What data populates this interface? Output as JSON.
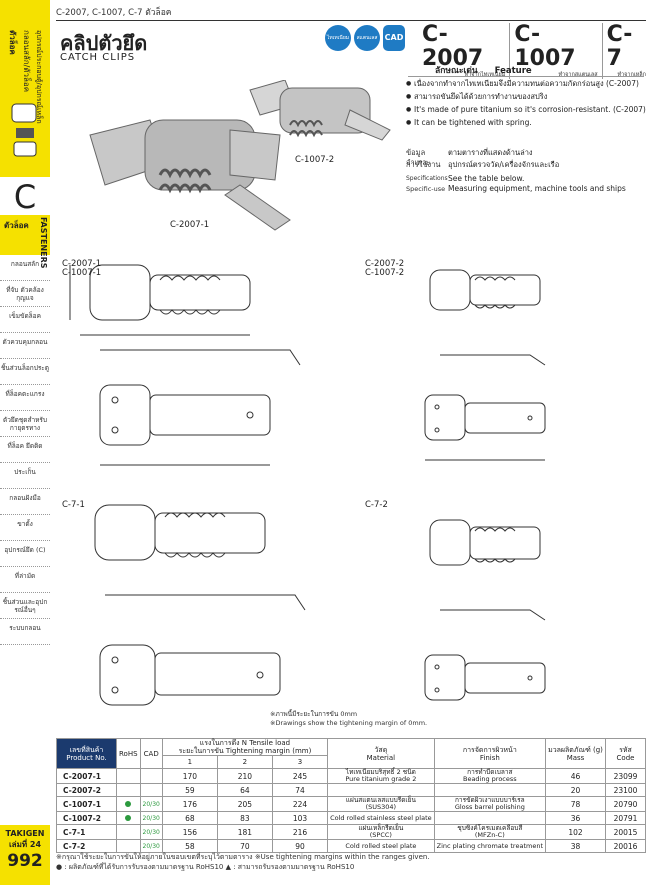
{
  "breadcrumb": "C-2007, C-1007, C-7  ตัวล็อค",
  "title_th": "คลิปตัวยึด",
  "title_en": "CATCH CLIPS",
  "badges": [
    "ไทเทเนียม",
    "สแตนเลส",
    "CAD"
  ],
  "models": [
    {
      "code": "C-2007",
      "material": "ทำจากไทเทเนียม"
    },
    {
      "code": "C-1007",
      "material": "ทำจากสแตนเลส"
    },
    {
      "code": "C-7",
      "material": "ทำจากเหล็ก"
    }
  ],
  "feature": {
    "th": "ลักษณะเด่น",
    "en": "Feature"
  },
  "features": [
    "เนื่องจากทำจากไทเทเนียมจึงมีความทนต่อความกัดกร่อนสูง (C-2007)",
    "สามารถขันยึดได้ด้วยการทำงานของสปริง",
    "It's made of pure titanium so it's corrosion-resistant. (C-2007)",
    "It can be tightened with spring."
  ],
  "specs": [
    {
      "k": "ข้อมูลจำเพาะ",
      "v": "ตามตารางที่แสดงด้านล่าง"
    },
    {
      "k": "การใช้งาน",
      "v": "อุปกรณ์ตรวจวัด/เครื่องจักรและเรือ"
    },
    {
      "k": "Specifications",
      "v": "See the table below."
    },
    {
      "k": "Specific-use",
      "v": "Measuring equipment, machine tools and ships"
    }
  ],
  "photo_labels": {
    "a": "C-2007-1",
    "b": "C-1007-2"
  },
  "drawing_labels": {
    "d1": "C-2007-1\nC-1007-1",
    "d2": "C-2007-2\nC-1007-2",
    "d3": "C-7-1",
    "d4": "C-7-2"
  },
  "drawing_note": [
    "※ภาพนี้มีระยะในการขัน 0mm",
    "※Drawings show the tightening margin of 0mm."
  ],
  "sidebar": {
    "top_th": "ตัวล็อค",
    "top_sub": "กลอนสลัก/ตัวล็อค",
    "top_sub2": "อุปกรณ์ประกอบตู้/อุปกรณ์เหล็ก",
    "letter": "C",
    "fasteners_th": "ตัวล็อค",
    "fasteners_en": "FASTENERS",
    "items": [
      "กลอนสลัก",
      "ที่จับ ตัวคล้องกุญแจ",
      "เข็มขัดล็อค",
      "ตัวควบคุมกลอน",
      "ชิ้นส่วนล็อกประตู",
      "ที่ล็อคตะแกรง",
      "ตัวยึดชุดสำหรับ กายุตรทาง",
      "ที่ล็อค ยึดติด",
      "ประเก็น",
      "กลอนฝังมือ",
      "ขาตั้ง",
      "อุปกรณ์ยึด (C)",
      "ที่ล่ามัด",
      "ชิ้นส่วนและอุปกรณ์อื่นๆ",
      "ระบบกลอน"
    ],
    "brand": "TAKIGEN",
    "vol": "เล่มที่ 24",
    "page": "992"
  },
  "table": {
    "headers": {
      "product": "เลขที่สินค้า\nProduct No.",
      "rohs": "RoHS",
      "cad": "CAD",
      "tension": "แรงในการดึง N  Tensile load",
      "margin": "ระยะในการขัน Tightening margin  (mm)",
      "material": "วัสดุ\nMaterial",
      "finish": "การจัดการผิวหน้า\nFinish",
      "mass": "มวลผลิตภัณฑ์ (g)\nMass",
      "code": "รหัส\nCode",
      "m1": "1",
      "m2": "2",
      "m3": "3"
    },
    "rows": [
      {
        "name": "C-2007-1",
        "rohs": "",
        "cad": "",
        "v1": "170",
        "v2": "210",
        "v3": "245",
        "mat": "ไทเทเนียมบริสุทธิ์ 2 ชนิด\nPure titanium grade 2",
        "fin": "การทำบีดเบลาส\nBeading process",
        "mass": "46",
        "code": "23099"
      },
      {
        "name": "C-2007-2",
        "rohs": "",
        "cad": "",
        "v1": "59",
        "v2": "64",
        "v3": "74",
        "mat": "",
        "fin": "",
        "mass": "20",
        "code": "23100"
      },
      {
        "name": "C-1007-1",
        "rohs": "●",
        "cad": "20/30",
        "v1": "176",
        "v2": "205",
        "v3": "224",
        "mat": "แผ่นสแตนเลสแบบรีดเย็น\n(SUS304)",
        "fin": "การขัดผิวเงาแบบบาร์เรล\nGloss barrel polishing",
        "mass": "78",
        "code": "20790"
      },
      {
        "name": "C-1007-2",
        "rohs": "●",
        "cad": "20/30",
        "v1": "68",
        "v2": "83",
        "v3": "103",
        "mat": "Cold rolled stainless steel plate",
        "fin": "",
        "mass": "36",
        "code": "20791"
      },
      {
        "name": "C-7-1",
        "rohs": "",
        "cad": "20/30",
        "v1": "156",
        "v2": "181",
        "v3": "216",
        "mat": "แผ่นเหล็กรีดเย็น\n(SPCC)",
        "fin": "ชุบซิงค์โครเมตเคลือบสี\n(MFZn-C)",
        "mass": "102",
        "code": "20015"
      },
      {
        "name": "C-7-2",
        "rohs": "",
        "cad": "20/30",
        "v1": "58",
        "v2": "70",
        "v3": "90",
        "mat": "Cold rolled steel plate",
        "fin": "Zinc plating chromate treatment",
        "mass": "38",
        "code": "20016"
      }
    ]
  },
  "notes": [
    "※กรุณาใช้ระยะในการขันให้อยู่ภายในขอบเขตที่ระบุไว้ตามตาราง ※Use tightening margins within the ranges given.",
    "● : ผลิตภัณฑ์ที่ได้รับการรับรองตามมาตรฐาน RoHS10   ▲ : สามารถรับรองตามมาตรฐาน RoHS10"
  ],
  "colors": {
    "accent": "#f5e100",
    "header": "#1b3a6e",
    "badge": "#1f7bc4"
  }
}
